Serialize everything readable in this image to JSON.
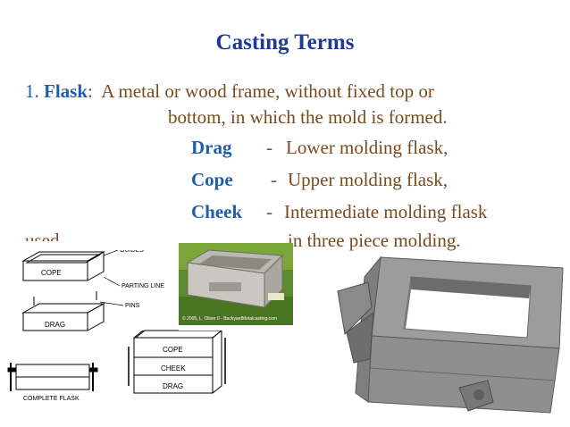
{
  "title": "Casting Terms",
  "item": {
    "number": "1.",
    "term": "Flask",
    "colon": ":",
    "definition_line1": "A metal or wood frame, without fixed top or",
    "definition_line2": "bottom, in which the mold is formed."
  },
  "terms": [
    {
      "name": "Drag",
      "dash": "-",
      "desc": "Lower molding flask,"
    },
    {
      "name": "Cope",
      "dash": "-",
      "desc": "Upper molding flask,"
    },
    {
      "name": "Cheek",
      "dash": "-",
      "desc": "Intermediate molding flask"
    }
  ],
  "continuation": {
    "left": "used",
    "right": "in three piece molding."
  },
  "diagram": {
    "guides_label": "GUIDES",
    "cope_label": "COPE",
    "parting_line_label": "PARTING LINE",
    "pins_label": "PINS",
    "drag_label": "DRAG",
    "complete_label": "COMPLETE FLASK",
    "stack_cope": "COPE",
    "stack_cheek": "CHEEK",
    "stack_drag": "DRAG"
  },
  "photo": {
    "credit": "© 2005, L. Oliver II - BackyardMetalcasting.com"
  },
  "colors": {
    "title": "#1f3a93",
    "term": "#1f5fa8",
    "body": "#7a4a1e"
  }
}
